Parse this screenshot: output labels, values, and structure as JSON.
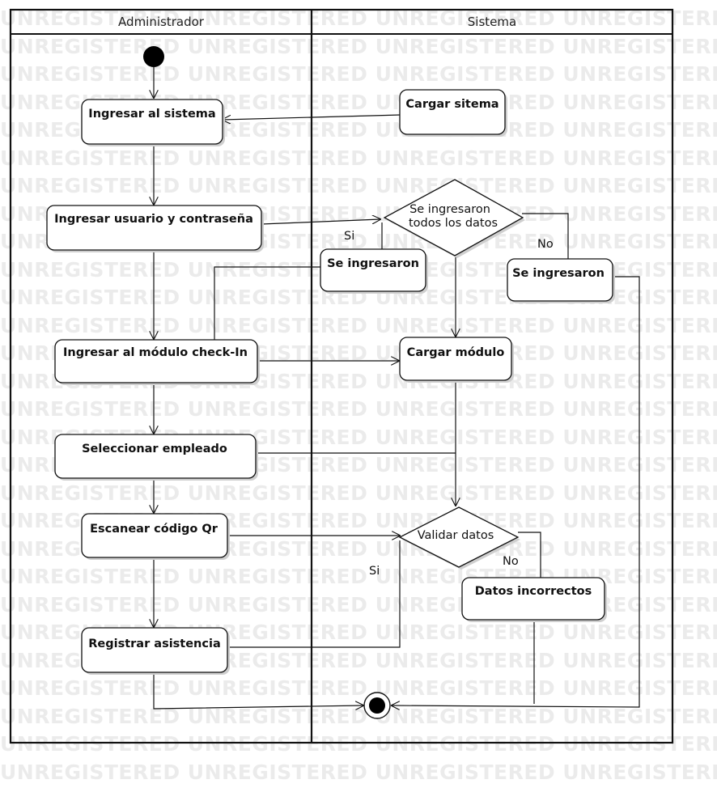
{
  "watermark": "UNREGISTERED UNREGISTERED UNREGISTERED UNREGISTERED",
  "lanes": {
    "left": "Administrador",
    "right": "Sistema"
  },
  "nodes": {
    "ingresar_sistema": "Ingresar al sistema",
    "cargar_sistema": "Cargar sitema",
    "ingresar_usuario": "Ingresar usuario y contraseña",
    "decision_datos_line1": "Se ingresaron",
    "decision_datos_line2": "todos los datos",
    "se_ingresaron_si": "Se ingresaron",
    "se_ingresaron_no": "Se ingresaron",
    "ingresar_modulo": "Ingresar al módulo check-In",
    "cargar_modulo": "Cargar módulo",
    "seleccionar_empleado": "Seleccionar empleado",
    "escanear_qr": "Escanear código Qr",
    "validar_datos": "Validar datos",
    "datos_incorrectos": "Datos incorrectos",
    "registrar_asistencia": "Registrar asistencia"
  },
  "edge_labels": {
    "si_1": "Si",
    "no_1": "No",
    "no_2": "No",
    "si_2": "Si"
  }
}
